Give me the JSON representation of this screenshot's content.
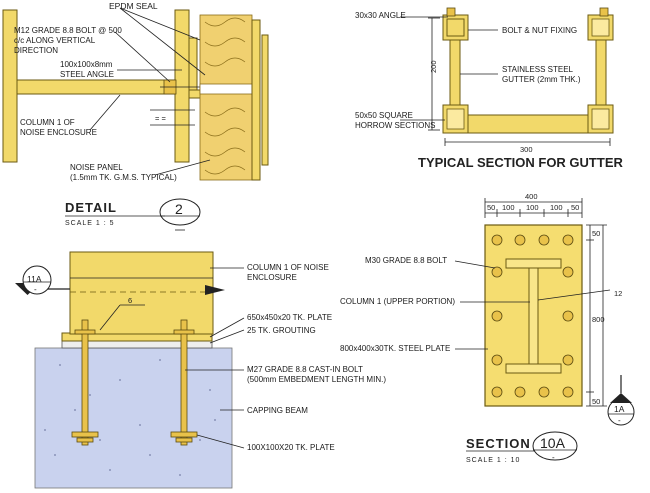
{
  "detail2": {
    "labels": {
      "epdm": "EPDM SEAL",
      "bolt1": "M12 GRADE 8.8 BOLT @ 500",
      "bolt2": "c/c ALONG VERTICAL",
      "bolt3": "DIRECTION",
      "angle1": "100x100x8mm",
      "angle2": "STEEL ANGLE",
      "col1": "COLUMN 1 OF",
      "col2": "NOISE ENCLOSURE",
      "panel1": "NOISE PANEL",
      "panel2": "(1.5mm TK. G.M.S. TYPICAL)"
    },
    "title": "DETAIL",
    "number": "2",
    "scale": "SCALE 1 : 5"
  },
  "gutter": {
    "labels": {
      "angle": "30x30 ANGLE",
      "fixing": "BOLT & NUT FIXING",
      "gutter1": "STAINLESS STEEL",
      "gutter2": "GUTTER (2mm THK.)",
      "sq1": "50x50 SQUARE",
      "sq2": "HORROW SECTIONS"
    },
    "dim_height": "200",
    "dim_width": "300",
    "title": "TYPICAL SECTION FOR GUTTER"
  },
  "base": {
    "marker": "11A",
    "marker_sub": "-",
    "weld": "6",
    "labels": {
      "col1": "COLUMN 1 OF NOISE",
      "col2": "ENCLOSURE",
      "plate": "650x450x20 TK. PLATE",
      "grout": "25 TK. GROUTING",
      "bolt1": "M27 GRADE 8.8 CAST-IN BOLT",
      "bolt2": "(500mm EMBEDMENT LENGTH MIN.)",
      "beam": "CAPPING BEAM",
      "washer": "100X100X20 TK. PLATE"
    }
  },
  "section10a": {
    "dim_total": "400",
    "dims_top": [
      "50",
      "100",
      "100",
      "100",
      "50"
    ],
    "dims_right": [
      "50",
      "800",
      "50"
    ],
    "weld": "12",
    "labels": {
      "bolt": "M30 GRADE 8.8 BOLT",
      "column": "COLUMN 1 (UPPER PORTION)",
      "plate": "800x400x30TK. STEEL PLATE"
    },
    "marker": "1A",
    "marker_sub": "-",
    "title": "SECTION",
    "number": "10A",
    "number_sub": "-",
    "scale": "SCALE 1 : 10"
  }
}
